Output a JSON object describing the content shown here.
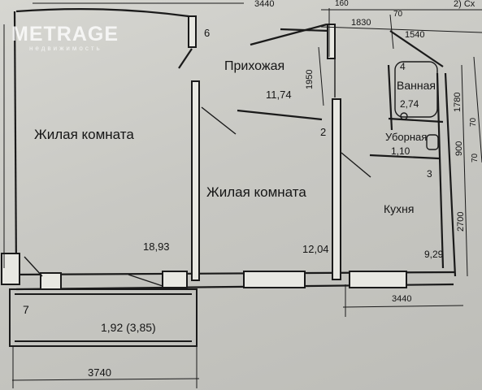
{
  "watermark": {
    "brand": "METRAGE",
    "tagline": "недвижимость"
  },
  "rooms": {
    "living_left": {
      "name": "Жилая комната",
      "area": "18,93"
    },
    "hallway": {
      "name": "Прихожая",
      "area": "11,74"
    },
    "living_center": {
      "name": "Жилая комната",
      "area": "12,04"
    },
    "bathroom": {
      "name": "Ванная",
      "area": "2,74",
      "number": "4"
    },
    "toilet": {
      "name": "Уборная",
      "area": "1,10"
    },
    "kitchen": {
      "name": "Кухня",
      "area": "9,29"
    },
    "balcony": {
      "area": "1,92 (3,85)",
      "number": "7"
    }
  },
  "room_numbers": {
    "n6": "6",
    "n2": "2",
    "n3": "3"
  },
  "dimensions": {
    "top_left": "3440",
    "top_160": "160",
    "top_1830": "1830",
    "top_70": "70",
    "top_1540": "1540",
    "hall_1950": "1950",
    "right_1780": "1780",
    "right_900": "900",
    "right_2700": "2700",
    "right_70a": "70",
    "right_70b": "70",
    "bottom_kitchen": "3440",
    "bottom_left": "3740",
    "corner_label": "2) Сх"
  }
}
